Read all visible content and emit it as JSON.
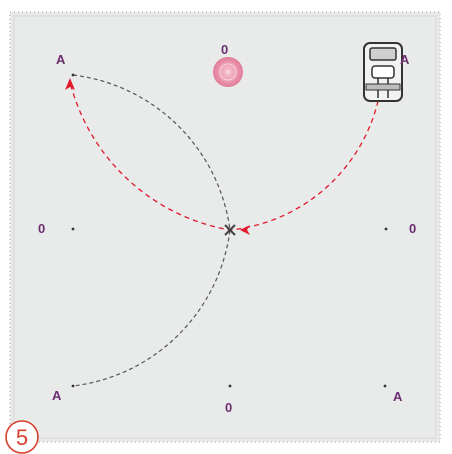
{
  "step": {
    "number": "5"
  },
  "points": {
    "top_left": "A",
    "top_center": "0",
    "top_right": "A",
    "middle_left": "0",
    "middle_right": "0",
    "bottom_left": "A",
    "bottom_center": "0",
    "bottom_right": "A"
  },
  "colors": {
    "fabric": "#e9eaea",
    "fabric_edge": "#bfbfbf",
    "label": "#6b2f70",
    "sewn_path": "#555555",
    "next_path": "#e0192b",
    "cursor": "#e58aa4",
    "step_badge": "#d6402d"
  },
  "icons": [
    "presser-foot-icon",
    "needle-position-icon",
    "stitch-cross-icon",
    "arrow-up-icon"
  ]
}
